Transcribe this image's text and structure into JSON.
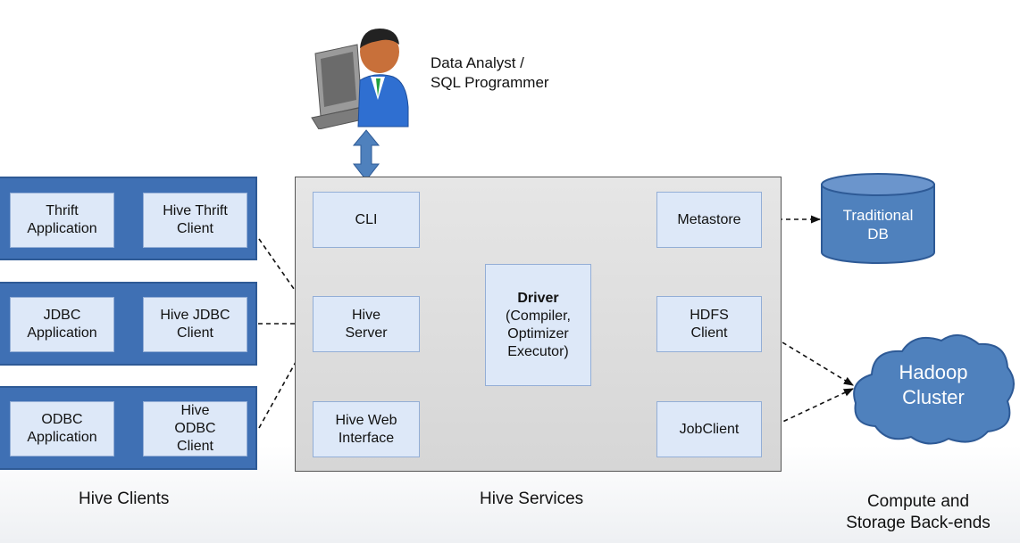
{
  "user": {
    "label_line1": "Data Analyst /",
    "label_line2": "SQL Programmer"
  },
  "clients": [
    {
      "app_lines": [
        "Thrift",
        "Application"
      ],
      "client_lines": [
        "Hive Thrift",
        "Client"
      ]
    },
    {
      "app_lines": [
        "JDBC",
        "Application"
      ],
      "client_lines": [
        "Hive JDBC",
        "Client"
      ]
    },
    {
      "app_lines": [
        "ODBC",
        "Application"
      ],
      "client_lines": [
        "Hive",
        "ODBC",
        "Client"
      ]
    }
  ],
  "services": {
    "cli": "CLI",
    "hive_server": [
      "Hive",
      "Server"
    ],
    "web_interface": [
      "Hive Web",
      "Interface"
    ],
    "driver_title": "Driver",
    "driver_lines": [
      "(Compiler,",
      "Optimizer",
      "Executor)"
    ],
    "metastore": "Metastore",
    "hdfs_client": [
      "HDFS",
      "Client"
    ],
    "job_client": "JobClient"
  },
  "backends": {
    "db": [
      "Traditional",
      "DB"
    ],
    "cluster": [
      "Hadoop",
      "Cluster"
    ]
  },
  "captions": {
    "clients": "Hive Clients",
    "services": "Hive Services",
    "backends_line1": "Compute and",
    "backends_line2": "Storage Back-ends"
  },
  "colors": {
    "client_panel": "#3f70b4",
    "box_fill": "#dde8f8",
    "db_fill": "#4f81bd",
    "cloud_fill": "#4f81bd"
  }
}
